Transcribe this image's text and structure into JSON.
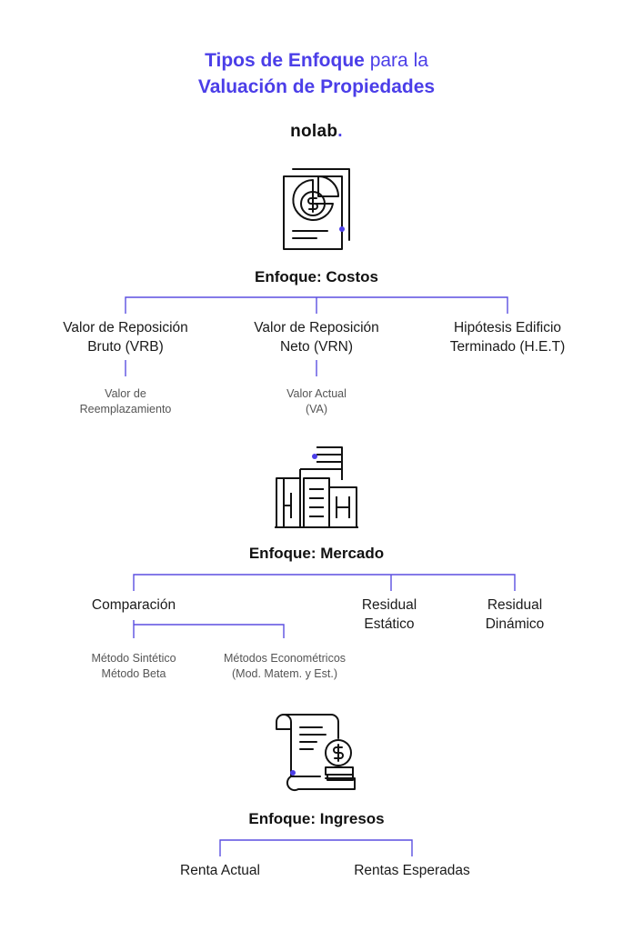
{
  "header": {
    "title_accent_1": "Tipos de Enfoque",
    "title_plain": "para la",
    "title_accent_2": "Valuación de Propiedades"
  },
  "brand": {
    "name": "nolab",
    "dot": "."
  },
  "colors": {
    "accent": "#4b3ee8",
    "line": "#5b4fe0",
    "text": "#111111",
    "muted": "#555555"
  },
  "sections": {
    "costos": {
      "icon": "document-dollar-chart-icon",
      "title": "Enfoque: Costos",
      "nodes": [
        {
          "line1": "Valor de Reposición",
          "line2": "Bruto (VRB)",
          "sub1": "Valor de",
          "sub2": "Reemplazamiento"
        },
        {
          "line1": "Valor de Reposición",
          "line2": "Neto (VRN)",
          "sub1": "Valor Actual",
          "sub2": "(VA)"
        },
        {
          "line1": "Hipótesis Edificio",
          "line2": "Terminado (H.E.T)"
        }
      ]
    },
    "mercado": {
      "icon": "buildings-icon",
      "title": "Enfoque: Mercado",
      "nodes": [
        {
          "line1": "Comparación"
        },
        {
          "line1": "Residual",
          "line2": "Estático"
        },
        {
          "line1": "Residual",
          "line2": "Dinámico"
        }
      ],
      "comparacion_children": [
        {
          "line1": "Método Sintético",
          "line2": "Método Beta"
        },
        {
          "line1": "Métodos Econométricos",
          "line2": "(Mod. Matem. y Est.)"
        }
      ]
    },
    "ingresos": {
      "icon": "scroll-dollar-coin-icon",
      "title": "Enfoque: Ingresos",
      "nodes": [
        {
          "line1": "Renta Actual"
        },
        {
          "line1": "Rentas Esperadas"
        }
      ]
    }
  }
}
